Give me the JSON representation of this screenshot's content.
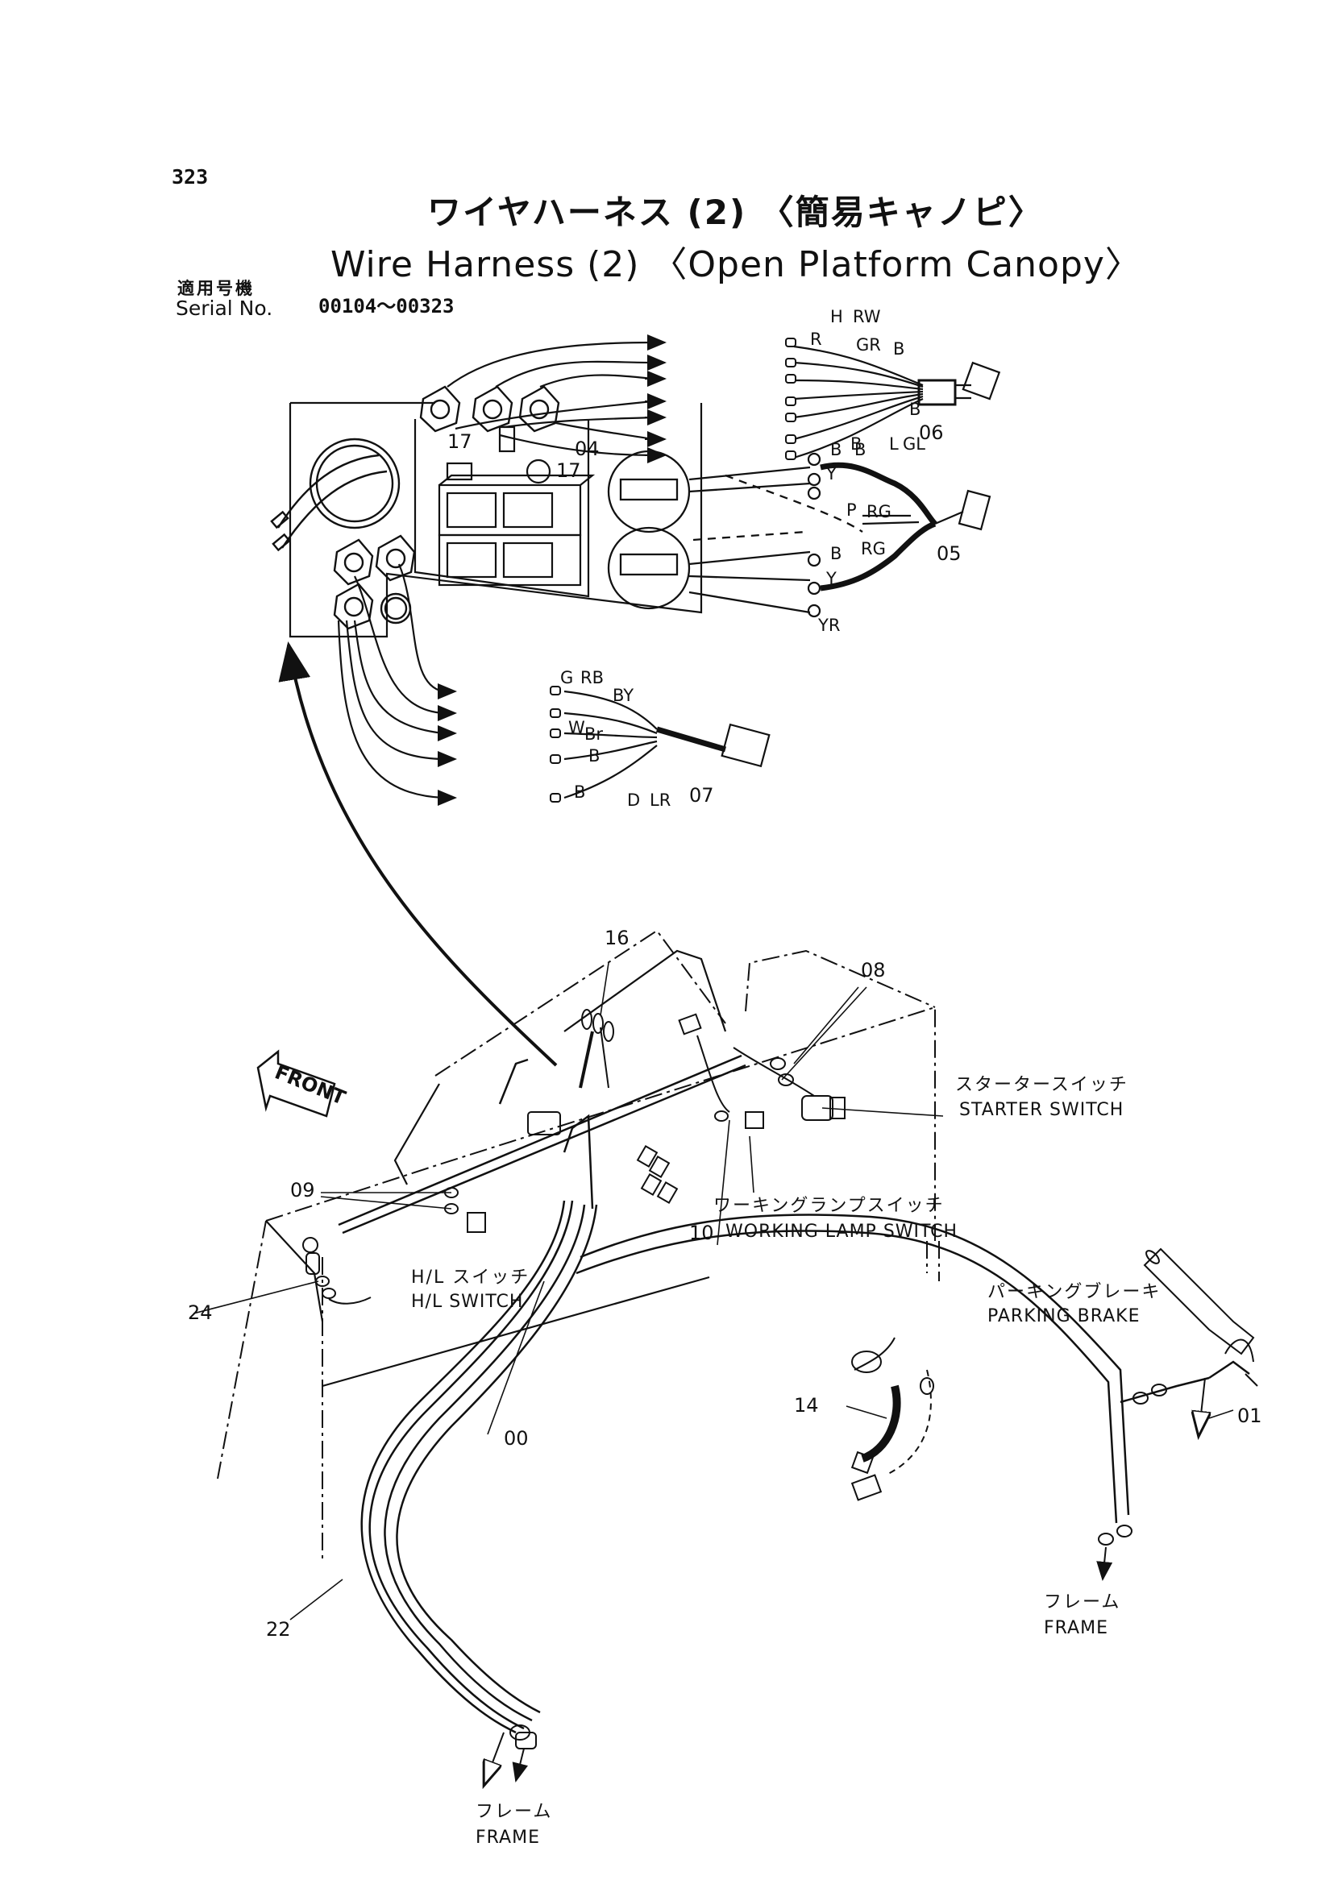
{
  "page_number": "323",
  "title_jp": "ワイヤハーネス (2) 〈簡易キャノピ〉",
  "title_en": "Wire Harness (2) 〈Open Platform Canopy〉",
  "serial_label_jp": "適用号機",
  "serial_label_en": "Serial No.",
  "serial_range": "00104～00323",
  "parts": {
    "p00": "00",
    "p01": "01",
    "p04": "04",
    "p05": "05",
    "p06": "06",
    "p07": "07",
    "p08": "08",
    "p09": "09",
    "p10": "10",
    "p14": "14",
    "p16": "16",
    "p17a": "17",
    "p17b": "17",
    "p22": "22",
    "p24": "24"
  },
  "wire_colors": {
    "c06": [
      "H",
      "R",
      "RW",
      "GR",
      "B",
      "B",
      "L",
      "GL",
      "B"
    ],
    "c05": [
      "B",
      "B",
      "Y",
      "P",
      "RG",
      "B",
      "RG",
      "Y",
      "YR"
    ],
    "c07": [
      "G",
      "RB",
      "BY",
      "W",
      "Br",
      "B",
      "B",
      "D",
      "LR"
    ]
  },
  "callouts": {
    "starter_jp": "スタータースイッチ",
    "starter_en": "STARTER SWITCH",
    "working_jp": "ワーキングランプスイッチ",
    "working_en": "WORKING LAMP SWITCH",
    "hl_jp": "H/L スイッチ",
    "hl_en": "H/L SWITCH",
    "parking_jp": "パーキングブレーキ",
    "parking_en": "PARKING BRAKE",
    "frame_jp_1": "フレーム",
    "frame_en_1": "FRAME",
    "frame_jp_2": "フレーム",
    "frame_en_2": "FRAME",
    "front": "FRONT"
  }
}
